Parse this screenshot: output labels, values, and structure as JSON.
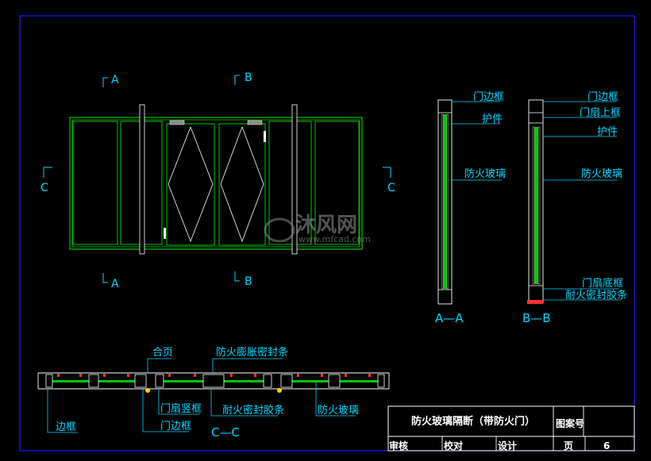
{
  "colors": {
    "background": "#000000",
    "frame": "#1a1aff",
    "partition": "#00c800",
    "annotation": "#00d7ff",
    "linework": "#ffffff",
    "hardware": "#ffd700"
  },
  "elevation": {
    "section_marks": [
      "A",
      "A",
      "B",
      "B",
      "C",
      "C"
    ]
  },
  "section_aa": {
    "title": "A—A",
    "labels": [
      "门边框",
      "护件",
      "防火玻璃"
    ]
  },
  "section_bb": {
    "title": "B—B",
    "labels": [
      "门边框",
      "门扇上框",
      "护件",
      "防火玻璃",
      "门扇底框",
      "耐火密封胶条"
    ]
  },
  "section_cc": {
    "title": "C—C",
    "top_labels": [
      "合页",
      "防火膨胀密封条"
    ],
    "bottom_labels": [
      "边框",
      "门扇竖框",
      "门边框",
      "耐火密封胶条",
      "防火玻璃"
    ]
  },
  "watermark": {
    "brand": "沐风网",
    "url": "www.mfcad.com"
  },
  "title_block": {
    "drawing_title": "防火玻璃隔断（带防火门）",
    "drawing_no_label": "图案号",
    "reviewer_label": "审核",
    "checker_label": "校对",
    "designer_label": "设计",
    "page_label": "页",
    "page_number": "6"
  }
}
